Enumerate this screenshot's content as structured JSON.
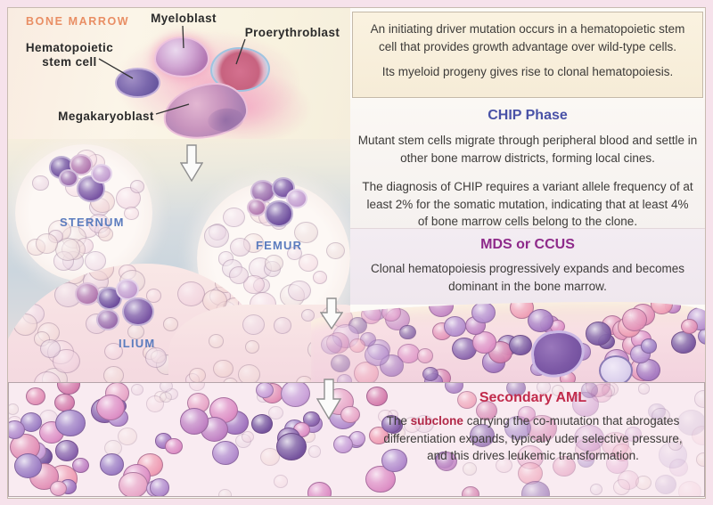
{
  "palette": {
    "outer_bg": "#f6e2eb",
    "intro_bg": "#f8f0de",
    "border": "#c8bab0",
    "text": "#3d3b39",
    "bone_marrow_orange": "#e98e64",
    "chip_blue": "#4952a7",
    "mds_purple": "#8e2a8a",
    "aml_red": "#c12a4b",
    "location_blue": "#5b7cbe"
  },
  "bone_marrow": {
    "header": "BONE MARROW",
    "labels": {
      "myeloblast": "Myeloblast",
      "proerythroblast": "Proerythroblast",
      "hsc_line1": "Hematopoietic",
      "hsc_line2": "stem cell",
      "megakaryoblast": "Megakaryoblast"
    }
  },
  "locations": {
    "sternum": "STERNUM",
    "femur": "FEMUR",
    "ilium": "ILIUM"
  },
  "intro": {
    "p1": "An initiating driver mutation occurs in a hematopoietic stem cell that provides growth advantage over wild-type cells.",
    "p2": "Its myeloid progeny gives rise to clonal hematopoiesis."
  },
  "chip": {
    "title": "CHIP Phase",
    "p1": "Mutant stem cells migrate through peripheral blood and settle in other bone marrow districts, forming local cines.",
    "p2": "The diagnosis of CHIP requires a variant allele frequency of at least 2% for the somatic mutation, indicating that at least 4% of bone marrow cells belong to the clone."
  },
  "mds": {
    "title": "MDS or CCUS",
    "p1": "Clonal hematopoiesis progressively expands and becomes dominant in the bone marrow."
  },
  "aml": {
    "title": "Secondary AML",
    "p_before": "The ",
    "p_bold": "subclone",
    "p_after": " carrying the co-mıutation that abrogates differentiation expands, typicaly uder selective pressure, and this drives leukemic transformation."
  },
  "illustration": {
    "cell_palettes": {
      "faded": [
        "#f0cfdd",
        "#ecd6e4",
        "#f2dad8",
        "#e8cede",
        "#f4d7e0",
        "#ecdada",
        "#e6d0e0",
        "#f1d2cf"
      ],
      "vivid": [
        "#e391b7",
        "#d67fae",
        "#c183c4",
        "#a376c0",
        "#8a64ad",
        "#77559f",
        "#c9a0d8",
        "#ef9db4",
        "#dd8fc5",
        "#b38ccd",
        "#e8a7c8",
        "#9d7ec4"
      ],
      "cluster": [
        "#6f4f9e",
        "#b37ab0",
        "#9c6fae",
        "#7a56a4",
        "#c39ed0"
      ]
    }
  }
}
